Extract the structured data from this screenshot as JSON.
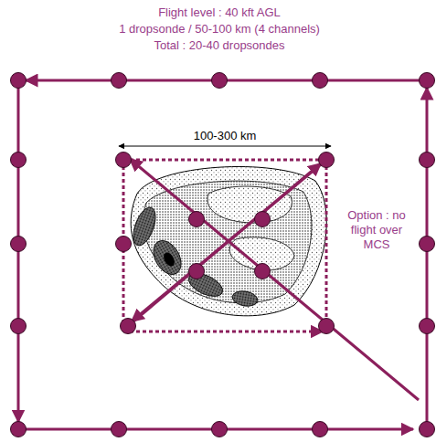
{
  "diagram": {
    "labels": [
      "Flight level : 40 kft AGL",
      "1 dropsonde / 50-100 km (4 channels)",
      "Total : 20-40 dropsondes",
      "100-300 km",
      "Option : no flight over MCS"
    ]
  }
}
